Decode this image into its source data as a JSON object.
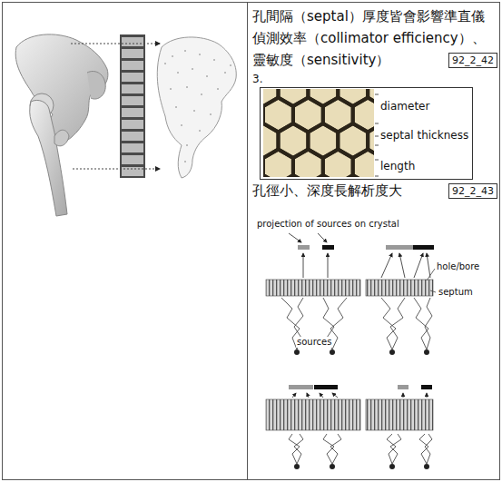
{
  "diagram": {
    "nodes": [
      {
        "text": [
          "92_2_42"
        ]
      },
      {
        "text": [
          "92_2_43"
        ]
      }
    ],
    "labels": [
      "孔間隔（septal）厚度皆會影響準直儀 偵測效率（collimator efficiency）、 靈敏度（sensitivity）",
      "3.",
      "diameter",
      "septal thickness",
      "length",
      "孔徑小、深度長解析度大",
      "projection of sources on crystal",
      "hole/bore",
      "septum",
      "sources"
    ]
  }
}
